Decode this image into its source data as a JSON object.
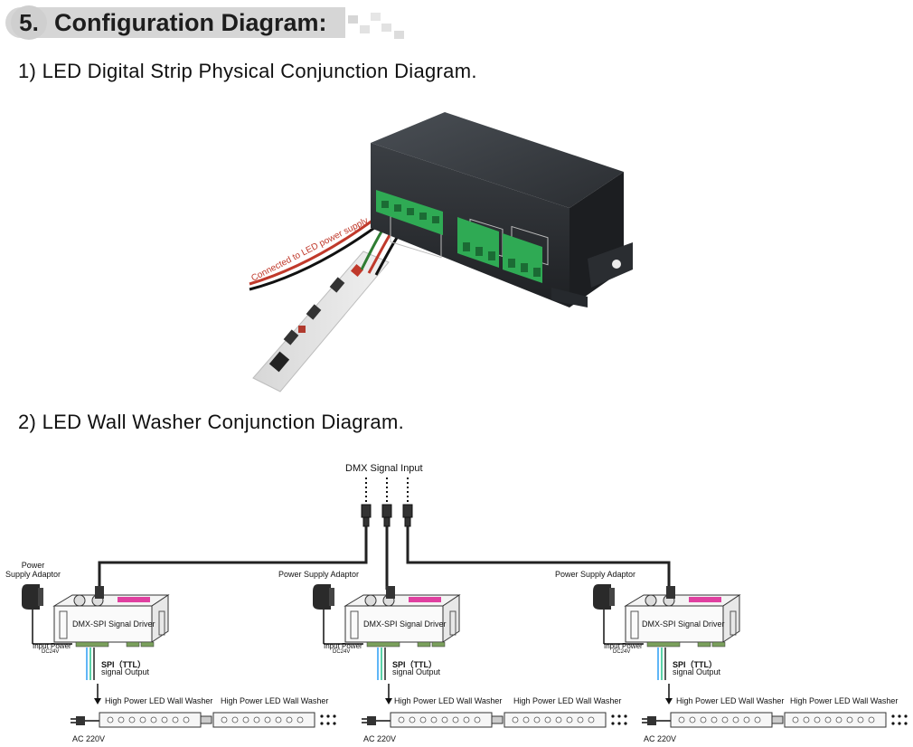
{
  "header": {
    "number": "5.",
    "title": "Configuration Diagram:"
  },
  "section1": {
    "heading": "1) LED Digital Strip Physical Conjunction Diagram.",
    "photo_annotation": "Connected to LED power supply"
  },
  "section2": {
    "heading": "2) LED Wall Washer Conjunction Diagram.",
    "dmx_input": "DMX Signal Input",
    "units": [
      {
        "power_adaptor": "Power\nSupply Adaptor",
        "driver_label": "DMX-SPI Signal Driver",
        "input_power": "Input Power",
        "dc": "DC24V",
        "spi": "SPI（TTL）",
        "signal_output": "signal Output",
        "washer_1": "High Power LED Wall Washer",
        "washer_2": "High Power LED Wall Washer",
        "ac": "AC 220V"
      },
      {
        "power_adaptor": "Power Supply Adaptor",
        "driver_label": "DMX-SPI Signal Driver",
        "input_power": "Input Power",
        "dc": "DC24V",
        "spi": "SPI（TTL）",
        "signal_output": "signal Output",
        "washer_1": "High Power LED Wall Washer",
        "washer_2": "High Power LED Wall Washer",
        "ac": "AC 220V"
      },
      {
        "power_adaptor": "Power Supply Adaptor",
        "driver_label": "DMX-SPI Signal Driver",
        "input_power": "Input Power",
        "dc": "DC24V",
        "spi": "SPI（TTL）",
        "signal_output": "signal Output",
        "washer_1": "High Power LED Wall Washer",
        "washer_2": "High Power LED Wall Washer",
        "ac": "AC 220V"
      }
    ]
  }
}
